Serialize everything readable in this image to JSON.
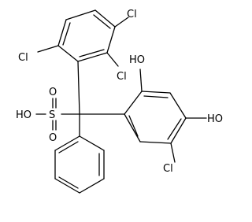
{
  "structure": {
    "labels": {
      "cl_top_right": "Cl",
      "cl_left": "Cl",
      "cl_ortho": "Cl",
      "cl_lower_right": "Cl",
      "oh_top": "HO",
      "oh_right": "HO",
      "sulfonic_ho": "HO",
      "sulfur": "S",
      "oxygen_top": "O",
      "oxygen_bottom": "O"
    },
    "colors": {
      "bond": "#000000",
      "text": "#000000",
      "background": "#ffffff"
    }
  }
}
